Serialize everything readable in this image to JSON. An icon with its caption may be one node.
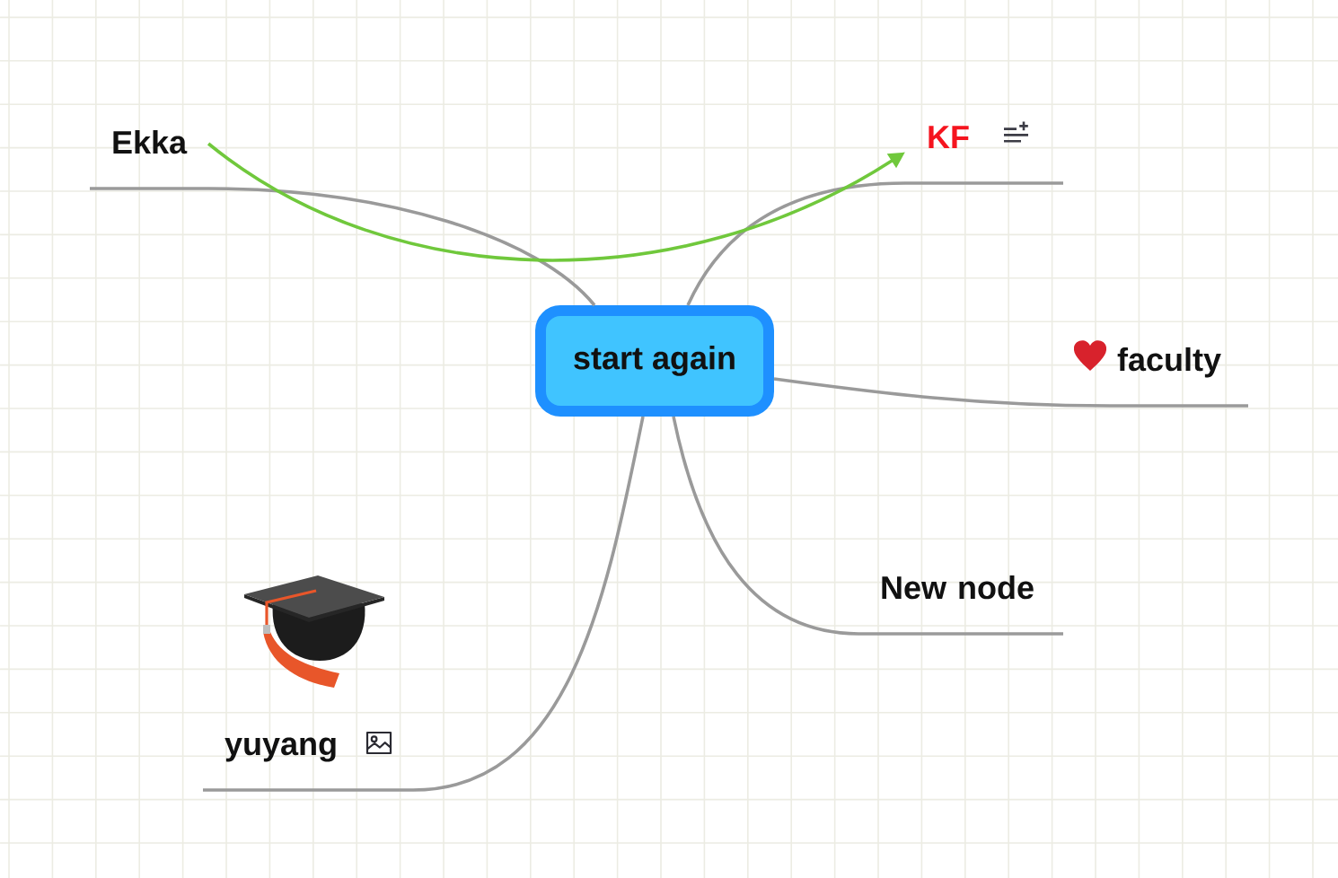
{
  "diagram": {
    "nodes": [
      {
        "text": [
          "start again"
        ]
      },
      {
        "text": [
          "Ekka"
        ]
      },
      {
        "text": [
          "KF"
        ]
      },
      {
        "text": [
          "faculty"
        ]
      },
      {
        "text": [
          "New node"
        ]
      },
      {
        "text": [
          "yuyang"
        ]
      }
    ],
    "edges": [
      {
        "from": 0,
        "to": 1,
        "arrow": "none"
      },
      {
        "from": 0,
        "to": 2,
        "arrow": "none"
      },
      {
        "from": 0,
        "to": 3,
        "arrow": "none"
      },
      {
        "from": 0,
        "to": 4,
        "arrow": "none"
      },
      {
        "from": 0,
        "to": 5,
        "arrow": "none"
      },
      {
        "from": 1,
        "to": 2,
        "arrow": "to",
        "color": "#70c83c"
      }
    ]
  }
}
